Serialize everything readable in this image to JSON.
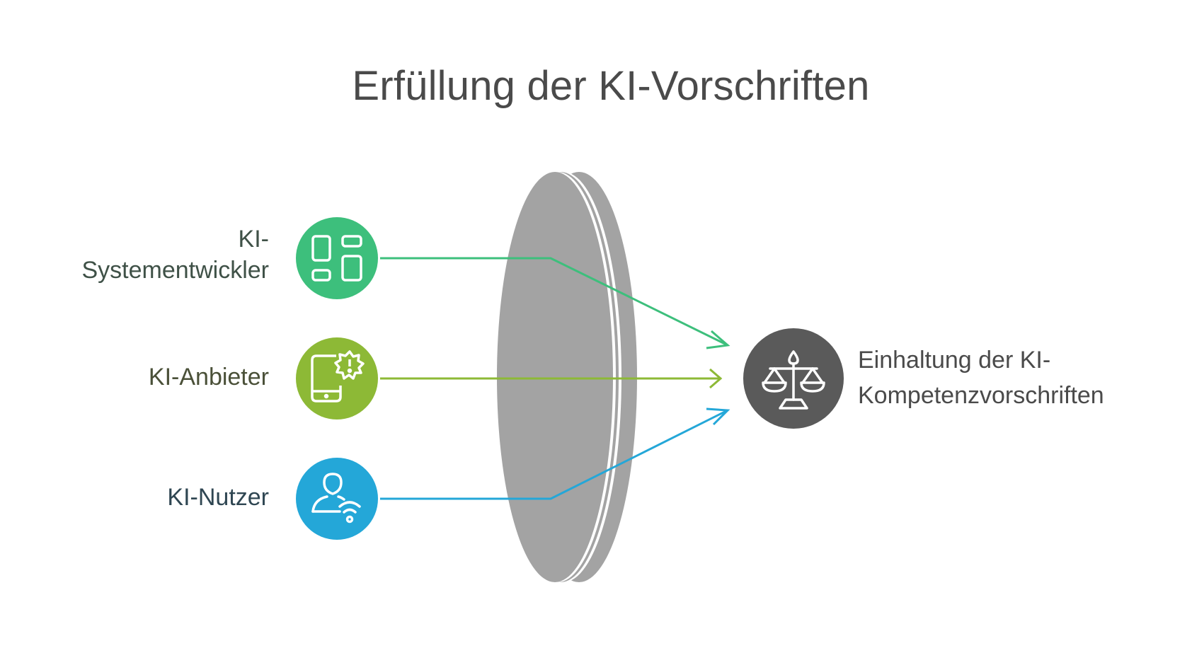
{
  "title": "Erfüllung der KI-Vorschriften",
  "inputs": [
    {
      "label_line1": "KI-",
      "label_line2": "Systementwickler",
      "icon": "dashboard-layout-icon",
      "color": "#3dbf7c"
    },
    {
      "label": "KI-Anbieter",
      "icon": "mobile-alert-icon",
      "color": "#8db936"
    },
    {
      "label": "KI-Nutzer",
      "icon": "user-wifi-icon",
      "color": "#24a7d8"
    }
  ],
  "output": {
    "label_line1": "Einhaltung der KI-",
    "label_line2": "Kompetenzvorschriften",
    "icon": "scale-icon",
    "color": "#5a5a5a"
  },
  "lens": {
    "color": "#a3a3a3"
  }
}
